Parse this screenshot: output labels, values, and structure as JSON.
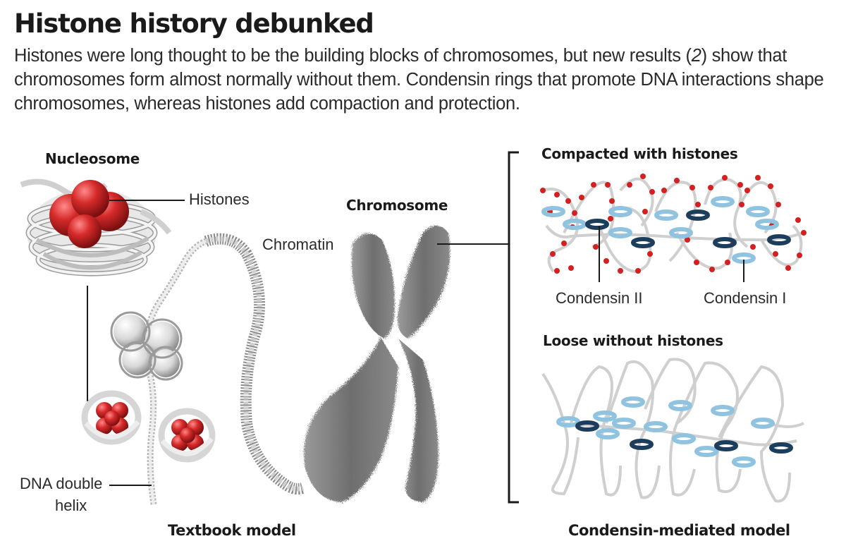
{
  "header": {
    "title": "Histone history debunked",
    "description_parts": [
      "Histones were long thought to be the building blocks of chromosomes, but new results (",
      "2",
      ") show that chromosomes form almost normally without them. Condensin rings that promote DNA interactions shape chromosomes, whereas histones add compaction and protection."
    ]
  },
  "textbook_model": {
    "nucleosome_heading": "Nucleosome",
    "histones_label": "Histones",
    "chromatin_label": "Chromatin",
    "chromosome_heading": "Chromosome",
    "dna_label_line1": "DNA double",
    "dna_label_line2": "helix",
    "caption": "Textbook model"
  },
  "condensin_model": {
    "compacted_heading": "Compacted with histones",
    "condensin_ii_label": "Condensin II",
    "condensin_i_label": "Condensin I",
    "loose_heading": "Loose without histones",
    "caption": "Condensin-mediated model"
  },
  "colors": {
    "histone_red": "#d62a2a",
    "dna_grey": "#d4d4d4",
    "condensin_light": "#8fc3e0",
    "condensin_dark": "#1d3d5c",
    "chromosome_grey": "#7a7a7a"
  }
}
